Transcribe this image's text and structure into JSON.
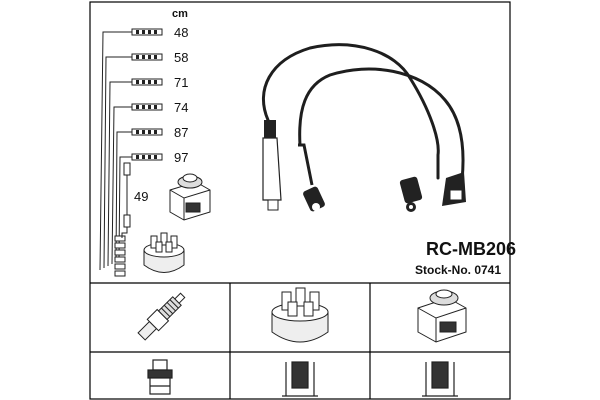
{
  "diagram": {
    "unit_label": "cm",
    "lengths": [
      "48",
      "58",
      "71",
      "74",
      "87",
      "97"
    ],
    "coil_lead_length": "49",
    "part_number": "RC-MB206",
    "stock_number": "Stock-No. 0741"
  },
  "compatibility_icons": [
    {
      "name": "spark-plug-icon"
    },
    {
      "name": "distributor-cap-icon"
    },
    {
      "name": "ignition-coil-icon"
    },
    {
      "name": "plug-terminal-icon"
    },
    {
      "name": "cap-terminal-icon"
    },
    {
      "name": "coil-terminal-icon"
    }
  ],
  "colors": {
    "ink": "#111111",
    "wire": "#1e1e1e",
    "frame": "#000000",
    "background": "#ffffff"
  }
}
